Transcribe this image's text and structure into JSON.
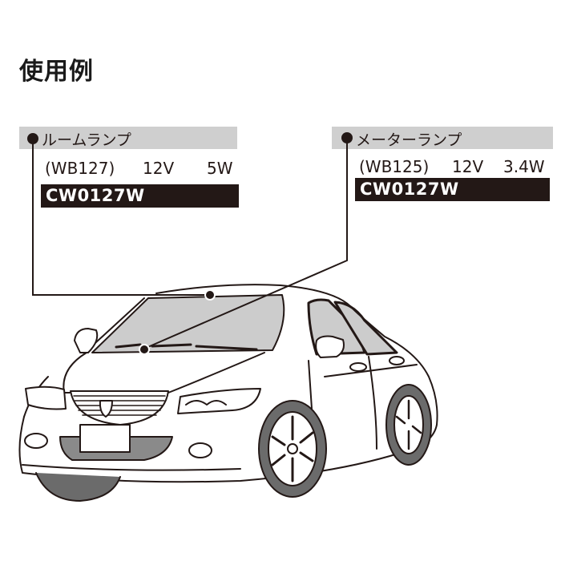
{
  "title": "使用例",
  "callouts": [
    {
      "label": "ルームランプ",
      "spec_code": "(WB127)",
      "spec_voltage": "12V",
      "spec_wattage": "5W",
      "part_number": "CW0127W"
    },
    {
      "label": "メーターランプ",
      "spec_code": "(WB125)",
      "spec_voltage": "12V",
      "spec_wattage": "3.4W",
      "part_number": "CW0127W"
    }
  ],
  "colors": {
    "label_bar": "#cfcfcf",
    "part_bar": "#231816",
    "line": "#231816",
    "glass": "#cccccc",
    "tire": "#6b6b6b"
  }
}
